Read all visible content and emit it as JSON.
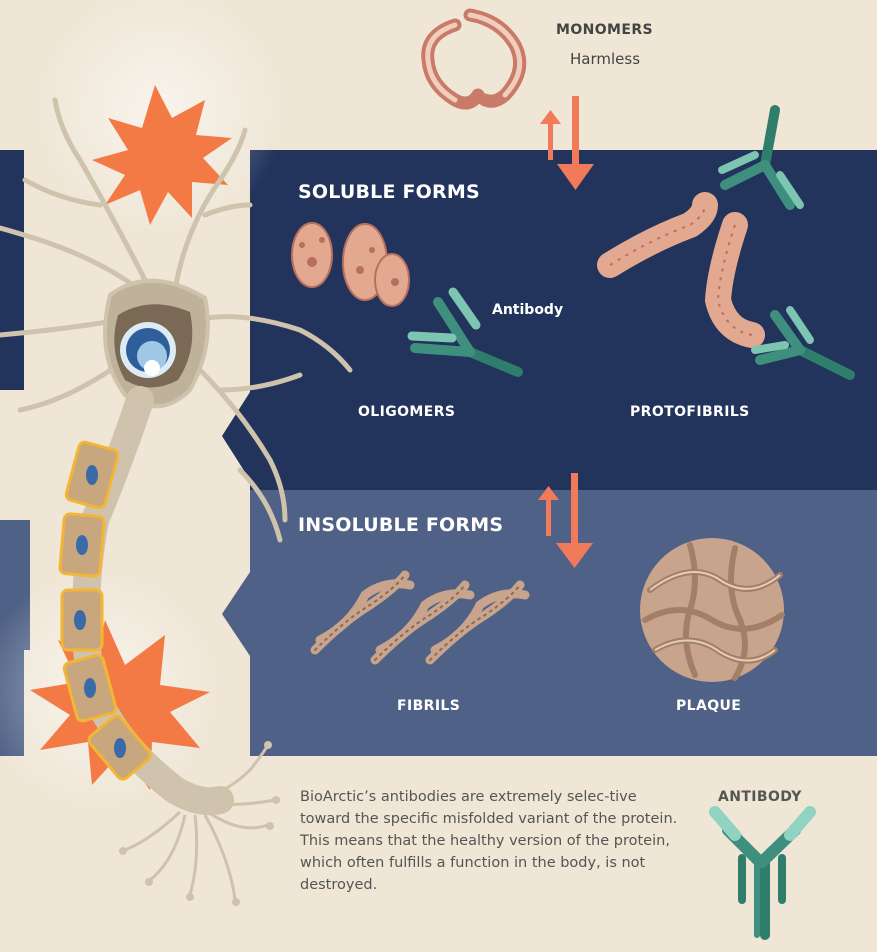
{
  "colors": {
    "background": "#efe6d6",
    "soluble_panel": "#22335c",
    "insoluble_panel": "#4f6186",
    "arrow": "#f07a5a",
    "antibody": "#3f8f7e",
    "protein": "#e3a890",
    "neuron": "#cfc3ad",
    "burst": "#f47a45"
  },
  "monomers": {
    "title": "MONOMERS",
    "subtitle": "Harmless"
  },
  "soluble": {
    "title": "SOLUBLE FORMS",
    "antibody_label": "Antibody",
    "oligomers": "OLIGOMERS",
    "protofibrils": "PROTOFIBRILS"
  },
  "insoluble": {
    "title": "INSOLUBLE FORMS",
    "fibrils": "FIBRILS",
    "plaque": "PLAQUE"
  },
  "description": "BioArctic’s antibodies are extremely selec-tive toward the specific misfolded variant of the protein. This means that the healthy version of the protein, which often fulfills a function in the body, is not destroyed.",
  "antibody_legend": {
    "title": "ANTIBODY"
  }
}
